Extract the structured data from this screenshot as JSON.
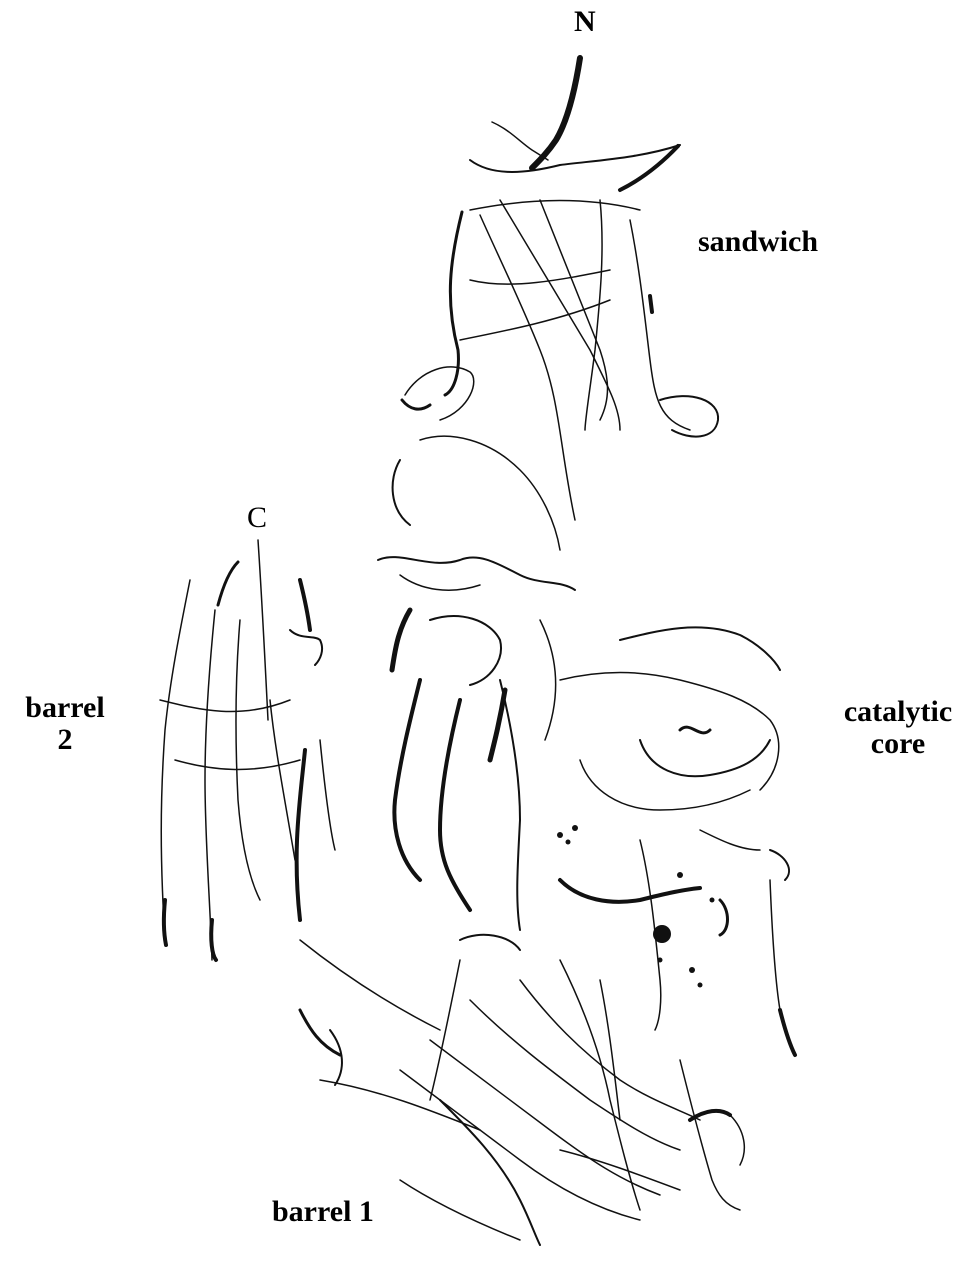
{
  "labels": {
    "n_terminus": "N",
    "c_terminus": "C",
    "sandwich": "sandwich",
    "barrel2_line1": "barrel",
    "barrel2_line2": "2",
    "catalytic_line1": "catalytic",
    "catalytic_line2": "core",
    "barrel1": "barrel 1"
  },
  "colors": {
    "background": "#ffffff",
    "ink": "#111111"
  }
}
